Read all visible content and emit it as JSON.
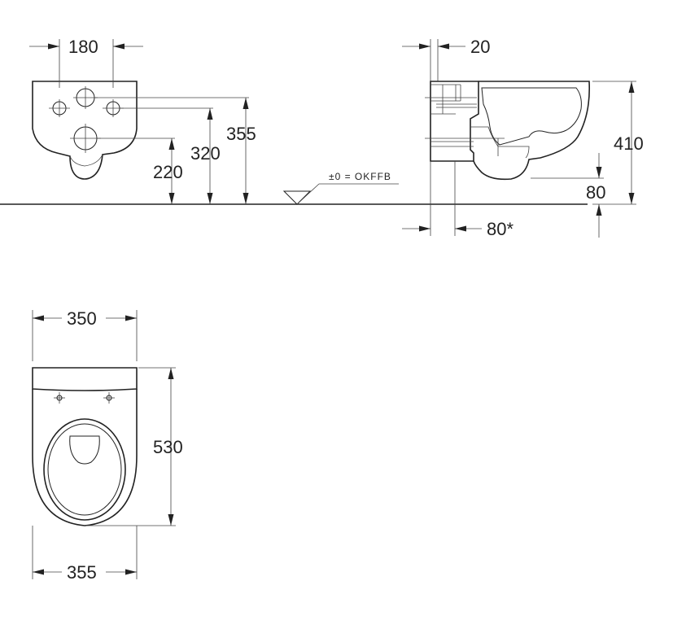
{
  "front_view": {
    "dim_hole_spacing": "180",
    "dim_height_upper": "355",
    "dim_height_middle": "320",
    "dim_height_lower": "220"
  },
  "floor_reference": {
    "label": "±0 = OKFFB"
  },
  "side_view": {
    "dim_wall_offset": "20",
    "dim_total_height": "410",
    "dim_bottom_clearance": "80",
    "dim_wall_depth": "80*"
  },
  "top_view": {
    "dim_width_top": "350",
    "dim_length": "530",
    "dim_width_bottom": "355"
  }
}
